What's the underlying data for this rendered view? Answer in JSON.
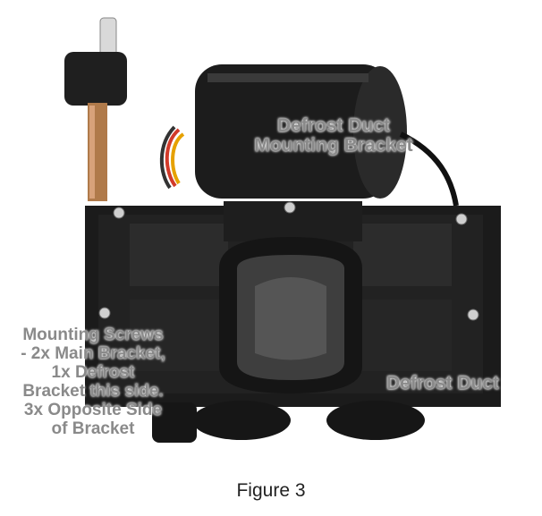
{
  "figure": {
    "caption": "Figure 3",
    "labels": {
      "defrost_bracket_line1": "Defrost Duct",
      "defrost_bracket_line2": "Mounting Bracket",
      "defrost_duct": "Defrost Duct",
      "screws_line1": "Mounting Screws",
      "screws_line2": "- 2x Main Bracket,",
      "screws_line3": "1x Defrost",
      "screws_line4": "Bracket this side.",
      "screws_line5": "3x Opposite Side",
      "screws_line6": "of Bracket"
    }
  }
}
